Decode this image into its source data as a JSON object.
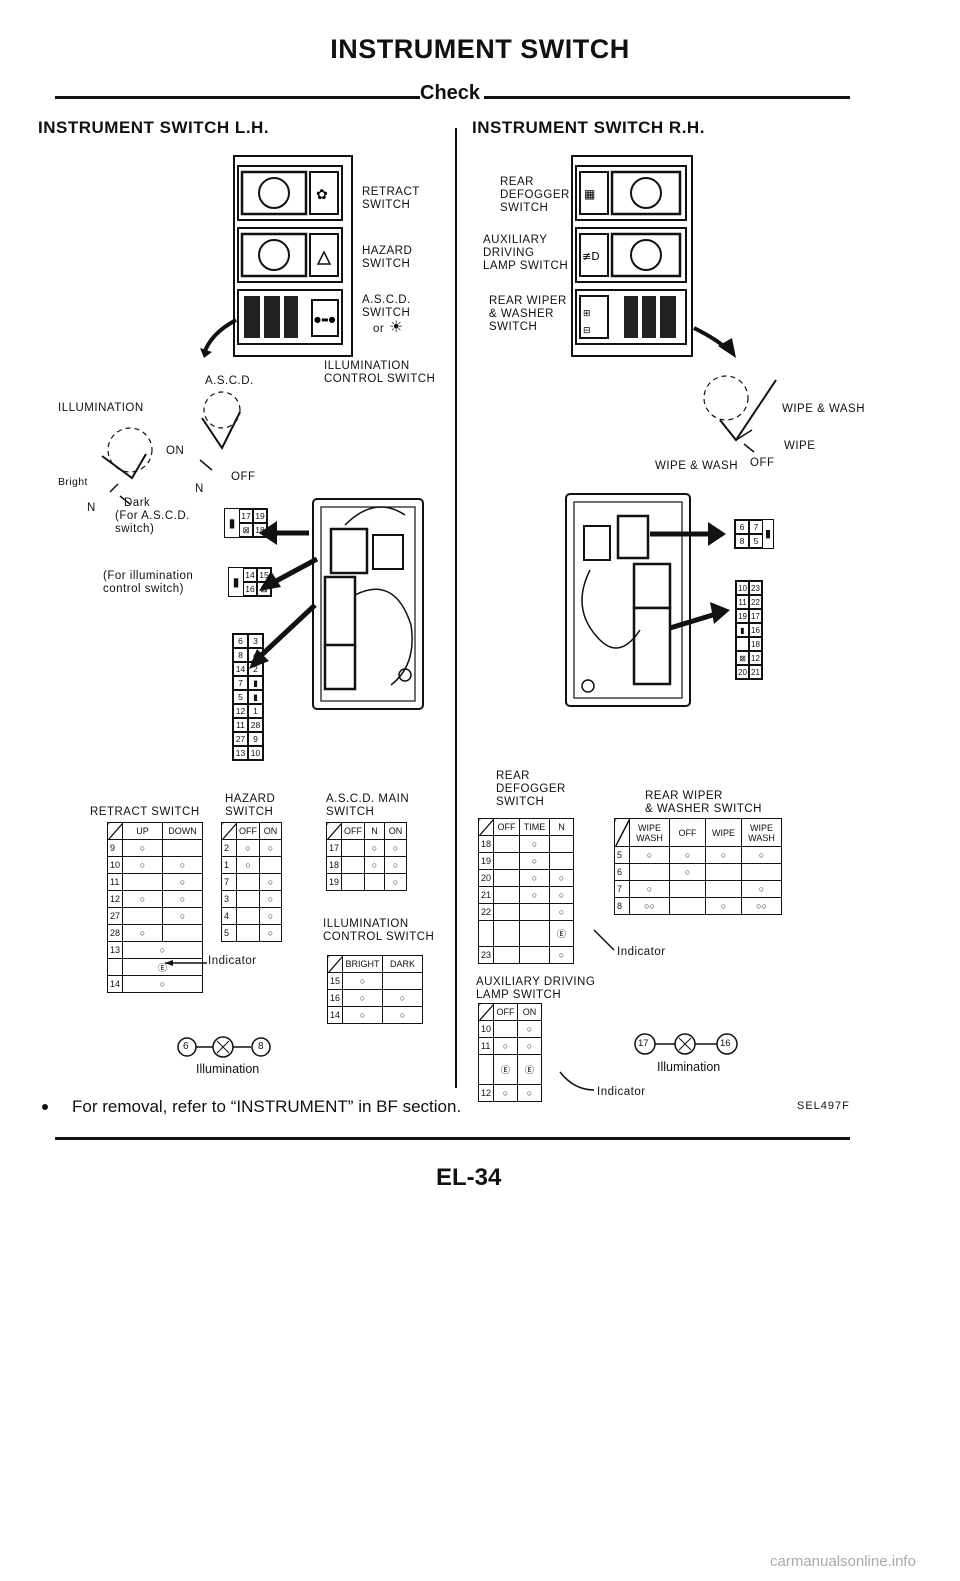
{
  "header": {
    "title": "INSTRUMENT SWITCH",
    "subtitle": "Check"
  },
  "left": {
    "heading": "INSTRUMENT SWITCH L.H.",
    "callouts": {
      "retract": "RETRACT\nSWITCH",
      "hazard": "HAZARD\nSWITCH",
      "ascd": "A.S.C.D.\nSWITCH",
      "or": "or",
      "illum_ctrl": "ILLUMINATION\nCONTROL SWITCH",
      "ascd_short": "A.S.C.D.",
      "illumination": "ILLUMINATION",
      "on": "ON",
      "bright": "Bright",
      "off": "OFF",
      "dark": "Dark",
      "n1": "N",
      "n2": "N",
      "for_ascd": "(For A.S.C.D.\nswitch)",
      "for_illum": "(For illumination\ncontrol switch)"
    },
    "pins_ascd": [
      "17",
      "19",
      "⊠",
      "18"
    ],
    "pins_illum": [
      "14",
      "15",
      "16",
      "⊠"
    ],
    "pins_main": [
      "6",
      "3",
      "8",
      "4",
      "14",
      "2",
      "7",
      "▮",
      "5",
      "▮",
      "12",
      "1",
      "11",
      "28",
      "27",
      "9",
      "13",
      "10"
    ],
    "retract_table": {
      "label": "RETRACT SWITCH",
      "headers": [
        "UP",
        "DOWN"
      ],
      "rows": [
        "9",
        "10",
        "11",
        "12",
        "27",
        "28",
        "13",
        "",
        "14"
      ]
    },
    "hazard_table": {
      "label": "HAZARD\nSWITCH",
      "headers": [
        "OFF",
        "ON"
      ],
      "rows": [
        "2",
        "1",
        "7",
        "3",
        "4",
        "5"
      ]
    },
    "ascd_table": {
      "label": "A.S.C.D. MAIN\nSWITCH",
      "headers": [
        "OFF",
        "N",
        "ON"
      ],
      "rows": [
        "17",
        "18",
        "19"
      ]
    },
    "illum_table": {
      "label": "ILLUMINATION\nCONTROL SWITCH",
      "headers": [
        "BRIGHT",
        "DARK"
      ],
      "rows": [
        "15",
        "16",
        "14"
      ]
    },
    "indicator": "Indicator",
    "illum_circuit": {
      "a": "6",
      "b": "8",
      "label": "Illumination"
    }
  },
  "right": {
    "heading": "INSTRUMENT SWITCH R.H.",
    "callouts": {
      "rear_defogger": "REAR\nDEFOGGER\nSWITCH",
      "aux": "AUXILIARY\nDRIVING\nLAMP SWITCH",
      "rear_wiper": "REAR WIPER\n& WASHER\nSWITCH",
      "wipe_wash": "WIPE & WASH",
      "wipe": "WIPE",
      "wipe_wash_off": "WIPE & WASH",
      "off": "OFF"
    },
    "pins_top": [
      "6",
      "7",
      "8",
      "5"
    ],
    "pins_side": [
      "10",
      "23",
      "11",
      "22",
      "19",
      "17",
      "▮",
      "16",
      "",
      "18",
      "⊠",
      "12",
      "20",
      "21"
    ],
    "defogger_table": {
      "label": "REAR\nDEFOGGER\nSWITCH",
      "headers": [
        "OFF",
        "TIME",
        "N"
      ],
      "rows": [
        "18",
        "19",
        "20",
        "21",
        "22",
        "",
        "23"
      ]
    },
    "wiper_table": {
      "label": "REAR WIPER\n& WASHER SWITCH",
      "headers": [
        "WIPE\nWASH",
        "OFF",
        "WIPE",
        "WIPE\nWASH"
      ],
      "rows": [
        "5",
        "6",
        "7",
        "8"
      ]
    },
    "aux_table": {
      "label": "AUXILIARY DRIVING\nLAMP SWITCH",
      "headers": [
        "OFF",
        "ON"
      ],
      "rows": [
        "10",
        "11",
        "",
        "12"
      ]
    },
    "indicator1": "Indicator",
    "indicator2": "Indicator",
    "illum_circuit": {
      "a": "17",
      "b": "16",
      "label": "Illumination"
    },
    "code": "SEL497F"
  },
  "footer": {
    "note": "For removal, refer to “INSTRUMENT” in BF section.",
    "page": "EL-34",
    "watermark": "carmanualsonline.info"
  }
}
